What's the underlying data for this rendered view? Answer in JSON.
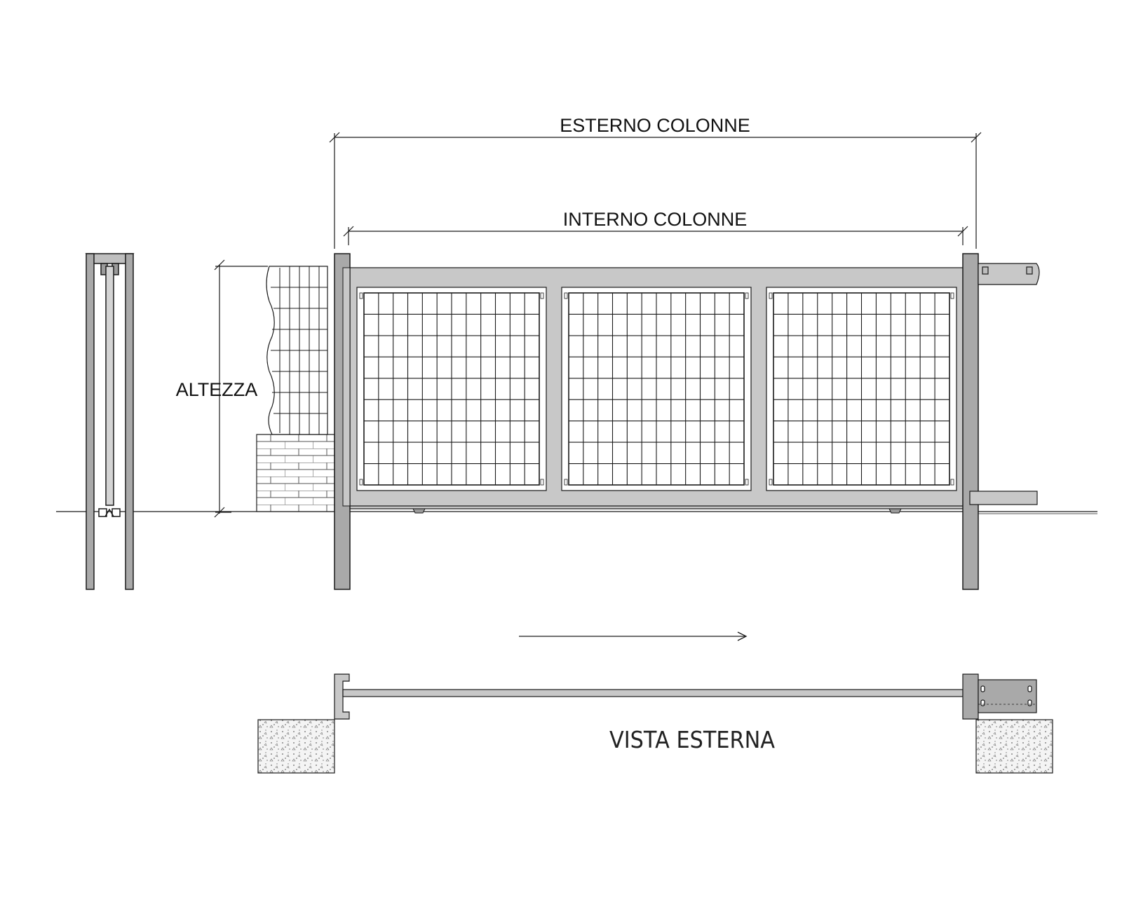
{
  "labels": {
    "esterno_colonne": "ESTERNO COLONNE",
    "interno_colonne": "INTERNO COLONNE",
    "altezza": "ALTEZZA",
    "vista_esterna": "VISTA  ESTERNA"
  },
  "gate": {
    "panel_count": 3
  },
  "colors": {
    "line": "#1a1a1a",
    "steel_fill": "#c8c8c8",
    "post_fill": "#a9a9a9",
    "background": "#ffffff"
  }
}
